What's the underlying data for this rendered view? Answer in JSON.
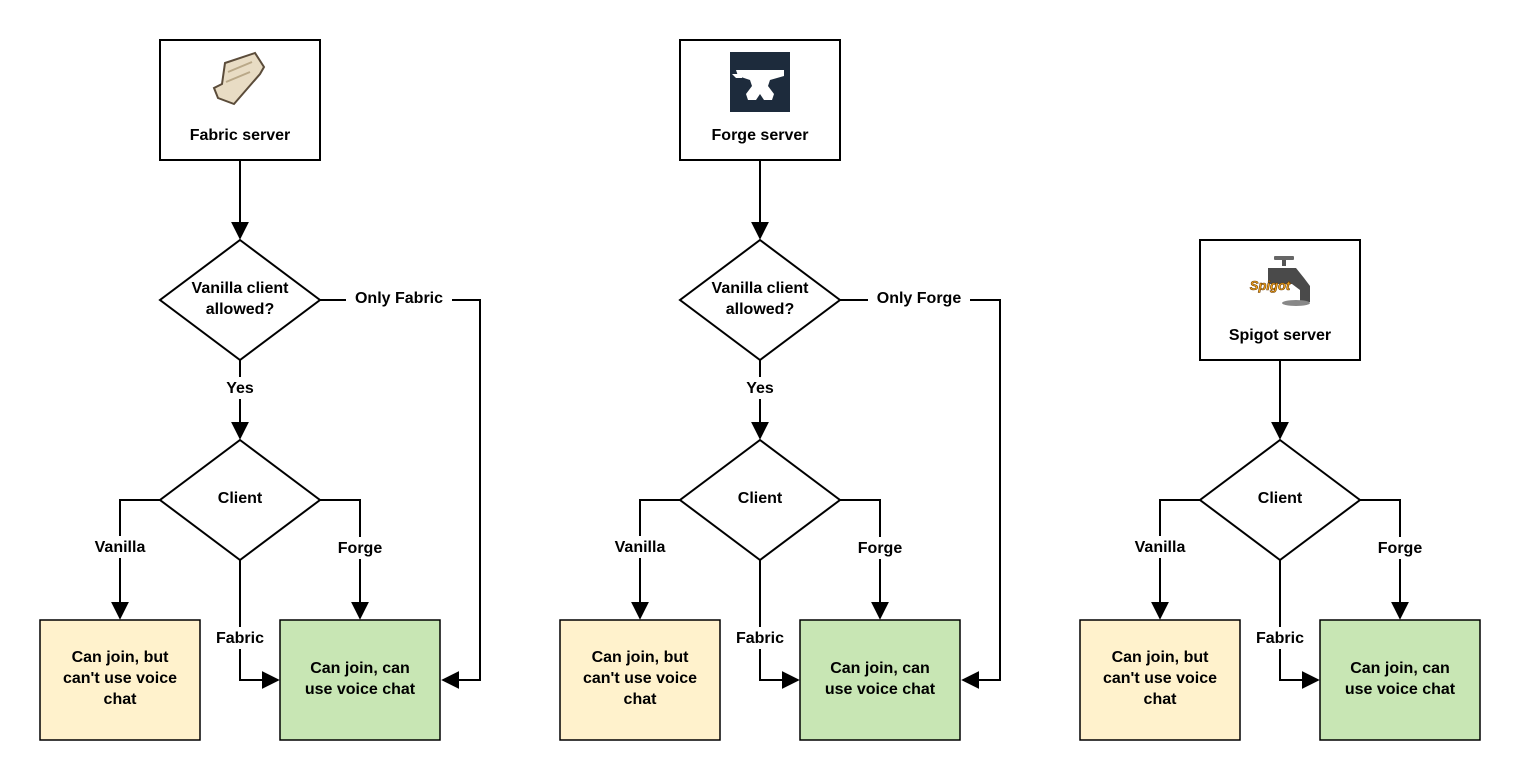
{
  "colors": {
    "result_partial": "#fff2cc",
    "result_full": "#c8e6b4",
    "forge_logo_bg": "#1d2b3c",
    "spigot_accent": "#f2a31b"
  },
  "icons": {
    "fabric": "fabric-scroll-icon",
    "forge": "forge-anvil-icon",
    "spigot": "spigot-faucet-icon"
  },
  "fabric": {
    "server": "Fabric server",
    "q_line1": "Vanilla client",
    "q_line2": "allowed?",
    "only": "Only Fabric",
    "yes": "Yes",
    "client": "Client",
    "vanilla": "Vanilla",
    "forge": "Forge",
    "fabric": "Fabric",
    "partial": [
      "Can join, but",
      "can't use voice",
      "chat"
    ],
    "full": [
      "Can join, can",
      "use voice chat"
    ]
  },
  "forge": {
    "server": "Forge server",
    "q_line1": "Vanilla client",
    "q_line2": "allowed?",
    "only": "Only Forge",
    "yes": "Yes",
    "client": "Client",
    "vanilla": "Vanilla",
    "forge": "Forge",
    "fabric": "Fabric",
    "partial": [
      "Can join, but",
      "can't use voice",
      "chat"
    ],
    "full": [
      "Can join, can",
      "use voice chat"
    ]
  },
  "spigot": {
    "server": "Spigot server",
    "logo_text": "Spigot",
    "client": "Client",
    "vanilla": "Vanilla",
    "forge": "Forge",
    "fabric": "Fabric",
    "partial": [
      "Can join, but",
      "can't use voice",
      "chat"
    ],
    "full": [
      "Can join, can",
      "use voice chat"
    ]
  }
}
